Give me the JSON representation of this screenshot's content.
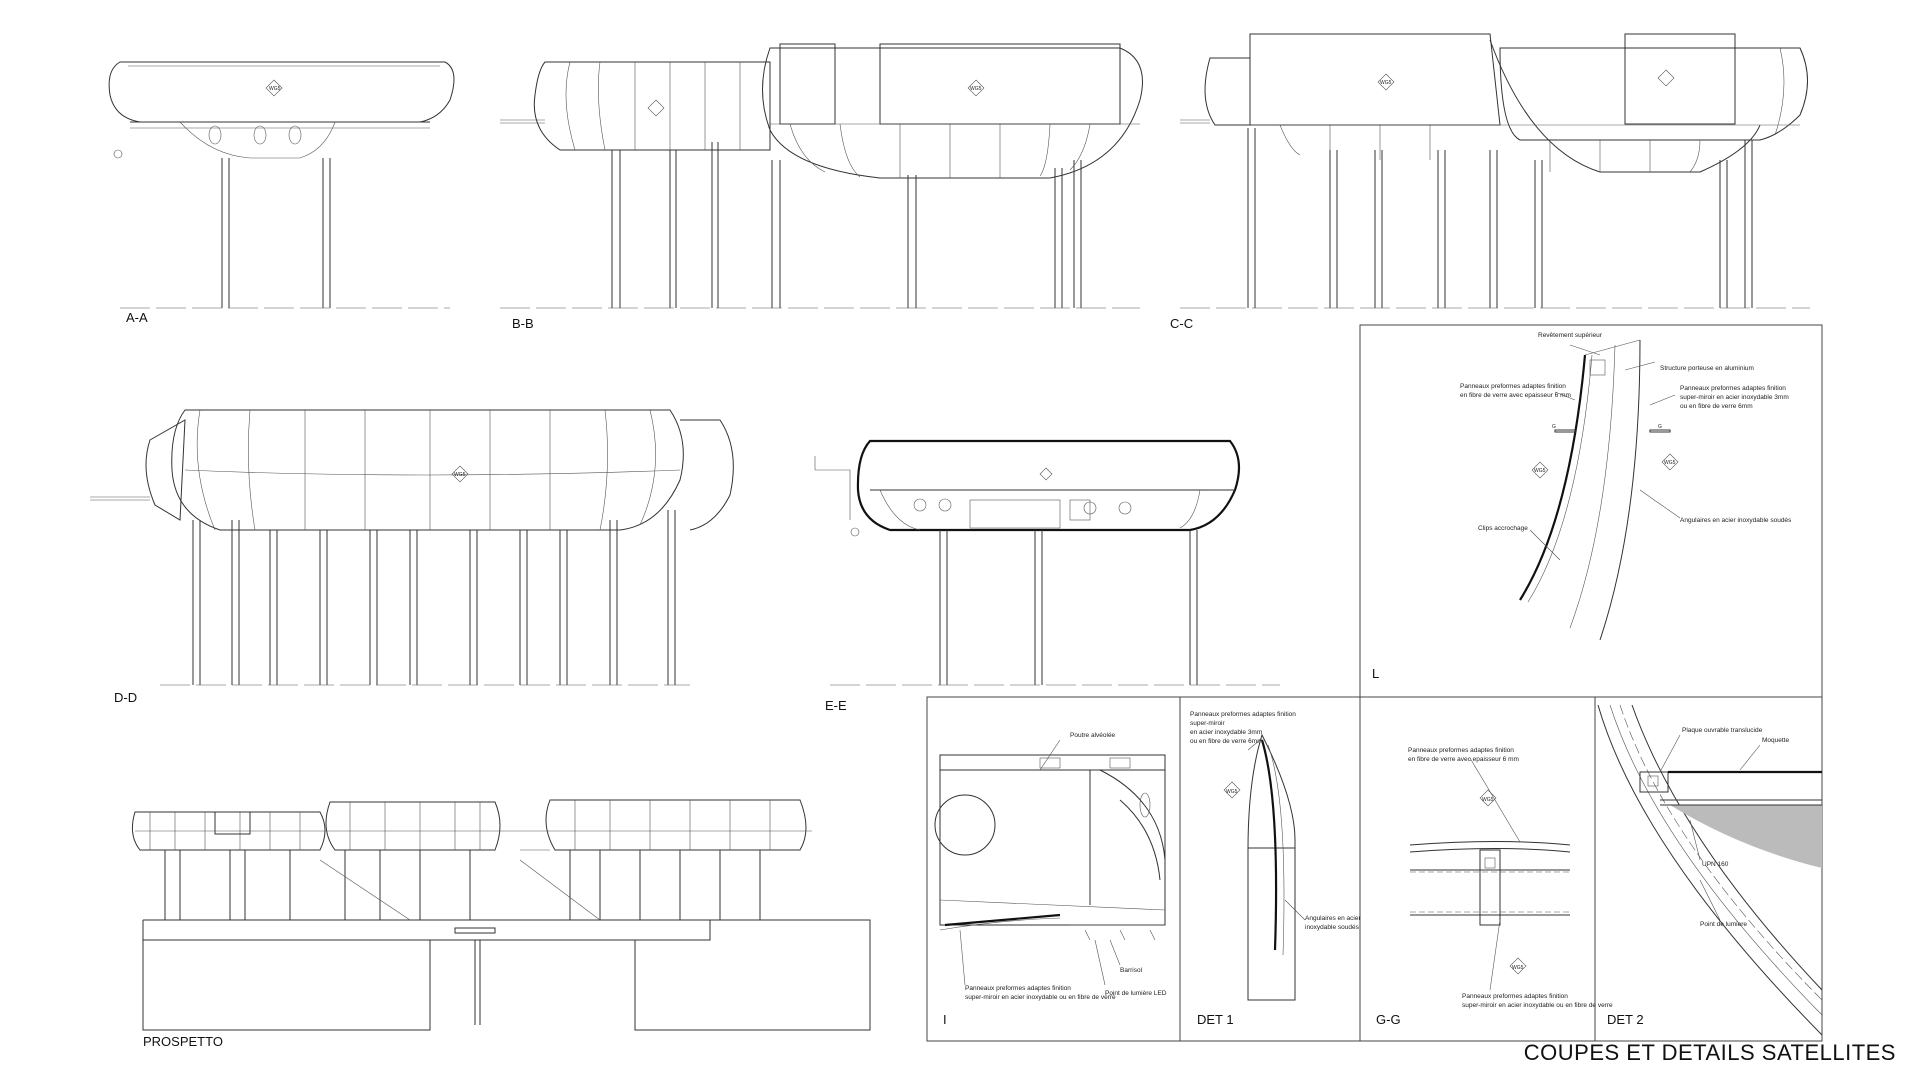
{
  "sections": {
    "aa": "A-A",
    "bb": "B-B",
    "cc": "C-C",
    "dd": "D-D",
    "ee": "E-E",
    "l": "L",
    "prospetto": "PROSPETTO",
    "i": "I",
    "det1": "DET 1",
    "gg": "G-G",
    "det2": "DET 2"
  },
  "tags": {
    "wg": "WG5",
    "g": "G"
  },
  "notes": {
    "l_revetement": "Revêtement supérieur",
    "l_structure": "Structure porteuse en aluminium",
    "l_panneaux_left_1": "Panneaux preformes adaptes finition",
    "l_panneaux_left_2": "en fibre de verre avec epaisseur 6 mm",
    "l_panneaux_right_1": "Panneaux preformes adaptes finition",
    "l_panneaux_right_2": "super-miroir en acier inoxydable 3mm",
    "l_panneaux_right_3": "ou en fibre de verre 6mm",
    "l_clips": "Clips accrochage",
    "l_angulaires": "Angulaires en acier inoxydable soudés",
    "i_poutre": "Poutre alvéolée",
    "i_barrisol": "Barrisol",
    "i_point": "Point de lumière LED",
    "i_panneaux_1": "Panneaux preformes adaptes finition",
    "i_panneaux_2": "super-miroir en acier inoxydable ou en fibre de verre",
    "det1_panneaux_1": "Panneaux preformes adaptes finition",
    "det1_panneaux_2": "super-miroir",
    "det1_panneaux_3": "en acier inoxydable 3mm",
    "det1_panneaux_4": "ou en fibre de verre 6mm",
    "det1_angulaires_1": "Angulaires en acier",
    "det1_angulaires_2": "inoxydable soudés",
    "gg_panneaux_top_1": "Panneaux preformes adaptes finition",
    "gg_panneaux_top_2": "en fibre de verre avec epaisseur 6 mm",
    "gg_panneaux_bot_1": "Panneaux preformes adaptes finition",
    "gg_panneaux_bot_2": "super-miroir en acier inoxydable ou en fibre de verre",
    "det2_plaque": "Plaque ouvrable translucide",
    "det2_moquette": "Moquette",
    "det2_upn": "UPN 160",
    "det2_point": "Point de lumiere"
  },
  "title": "COUPES ET DETAILS SATELLITES"
}
